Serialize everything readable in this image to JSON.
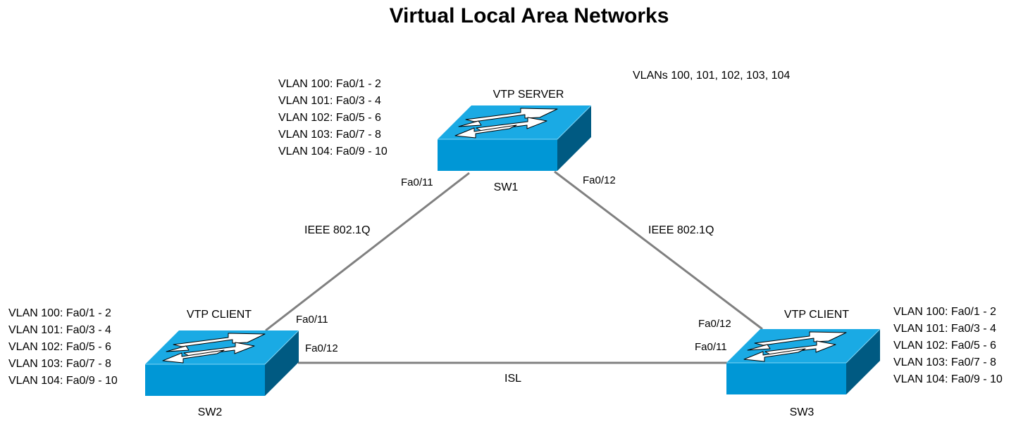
{
  "title": "Virtual Local Area Networks",
  "colors": {
    "switch_top": "#1aaae4",
    "switch_front": "#0097d6",
    "switch_side": "#005a82",
    "link": "#808080",
    "arrow": "#ffffff"
  },
  "icons": [
    "switch-icon"
  ],
  "switches": [
    {
      "id": "sw1",
      "name": "SW1",
      "role": "VTP SERVER",
      "port_map": [
        "VLAN 100: Fa0/1 - 2",
        "VLAN 101: Fa0/3 - 4",
        "VLAN 102: Fa0/5 - 6",
        "VLAN 103: Fa0/7 - 8",
        "VLAN 104: Fa0/9 - 10"
      ],
      "vlan_summary": "VLANs 100, 101, 102, 103, 104"
    },
    {
      "id": "sw2",
      "name": "SW2",
      "role": "VTP CLIENT",
      "port_map": [
        "VLAN 100: Fa0/1 - 2",
        "VLAN 101: Fa0/3 - 4",
        "VLAN 102: Fa0/5 - 6",
        "VLAN 103: Fa0/7 - 8",
        "VLAN 104: Fa0/9 - 10"
      ]
    },
    {
      "id": "sw3",
      "name": "SW3",
      "role": "VTP CLIENT",
      "port_map": [
        "VLAN 100: Fa0/1 - 2",
        "VLAN 101: Fa0/3 - 4",
        "VLAN 102: Fa0/5 - 6",
        "VLAN 103: Fa0/7 - 8",
        "VLAN 104: Fa0/9 - 10"
      ]
    }
  ],
  "links": [
    {
      "from": "SW1",
      "to": "SW2",
      "protocol": "IEEE 802.1Q",
      "from_port": "Fa0/11",
      "to_port": "Fa0/11"
    },
    {
      "from": "SW1",
      "to": "SW3",
      "protocol": "IEEE 802.1Q",
      "from_port": "Fa0/12",
      "to_port": "Fa0/12"
    },
    {
      "from": "SW2",
      "to": "SW3",
      "protocol": "ISL",
      "from_port": "Fa0/12",
      "to_port": "Fa0/11"
    }
  ]
}
